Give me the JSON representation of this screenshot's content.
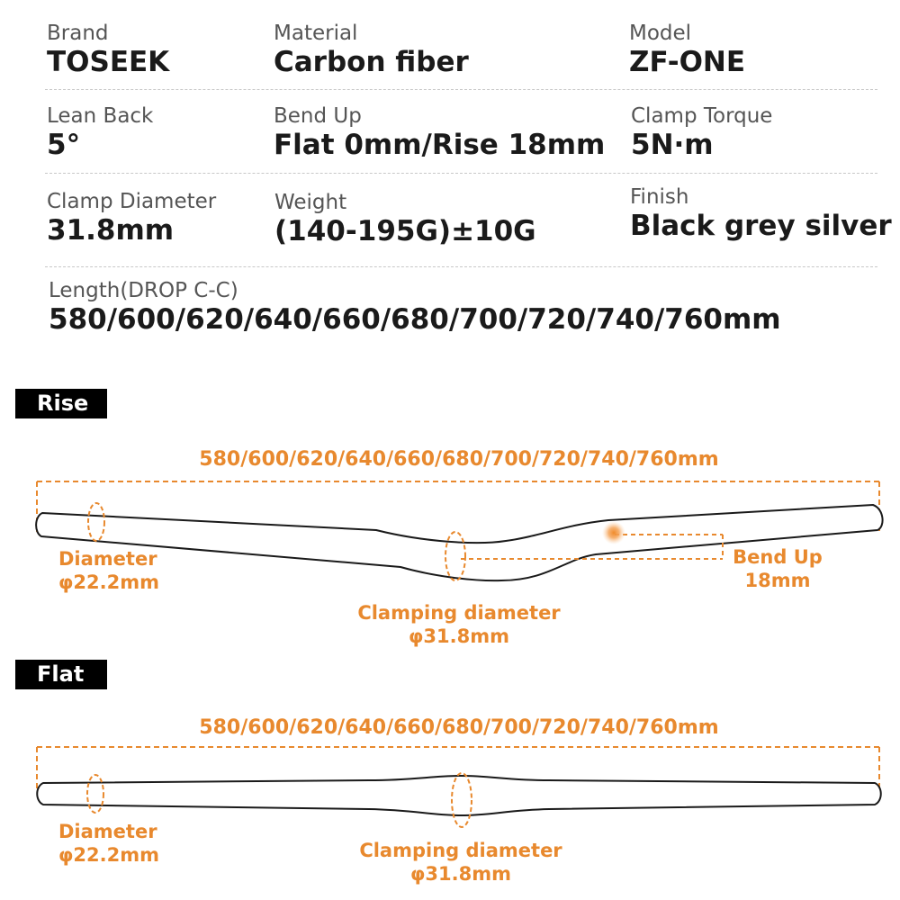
{
  "specs": {
    "brand": {
      "label": "Brand",
      "value": "TOSEEK"
    },
    "material": {
      "label": "Material",
      "value": "Carbon fiber"
    },
    "model": {
      "label": "Model",
      "value": "ZF-ONE"
    },
    "lean_back": {
      "label": "Lean Back",
      "value": "5°"
    },
    "bend_up": {
      "label": "Bend Up",
      "value": "Flat 0mm/Rise 18mm"
    },
    "clamp_torque": {
      "label": "Clamp Torque",
      "value": "5N·m"
    },
    "clamp_diameter": {
      "label": "Clamp Diameter",
      "value": "31.8mm"
    },
    "weight": {
      "label": "Weight",
      "value": "(140-195G)±10G"
    },
    "finish": {
      "label": "Finish",
      "value": "Black grey silver"
    },
    "length": {
      "label": "Length(DROP C-C)",
      "value": "580/600/620/640/660/680/700/720/740/760mm"
    }
  },
  "rise": {
    "tag": "Rise",
    "length_label": "580/600/620/640/660/680/700/720/740/760mm",
    "diameter_label": "Diameter",
    "diameter_value": "φ22.2mm",
    "clamp_label": "Clamping diameter",
    "clamp_value": "φ31.8mm",
    "bend_label": "Bend Up",
    "bend_value": "18mm"
  },
  "flat": {
    "tag": "Flat",
    "length_label": "580/600/620/640/660/680/700/720/740/760mm",
    "diameter_label": "Diameter",
    "diameter_value": "φ22.2mm",
    "clamp_label": "Clamping diameter",
    "clamp_value": "φ31.8mm"
  },
  "colors": {
    "accent": "#e8892e",
    "text": "#1a1a1a",
    "label": "#555555",
    "tag_bg": "#000000"
  }
}
